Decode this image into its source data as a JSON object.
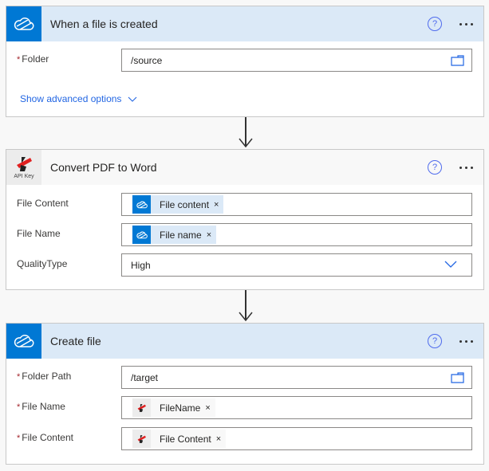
{
  "colors": {
    "accent": "#0078d4",
    "header_blue": "#dbe9f7",
    "link": "#2266e3",
    "required": "#a4262c"
  },
  "cards": [
    {
      "title": "When a file is created",
      "icon": "onedrive-cloud-icon",
      "fields": [
        {
          "label": "Folder",
          "required": "*",
          "value": "/source",
          "icon": "folder-icon"
        }
      ],
      "advanced_label": "Show advanced options"
    },
    {
      "title": "Convert PDF to Word",
      "icon": "api-key-icon",
      "icon_caption": "API Key",
      "fields": [
        {
          "label": "File Content",
          "token": {
            "label": "File content",
            "icon": "onedrive-cloud-icon",
            "remove": "×"
          }
        },
        {
          "label": "File Name",
          "token": {
            "label": "File name",
            "icon": "onedrive-cloud-icon",
            "remove": "×"
          }
        },
        {
          "label": "QualityType",
          "value": "High",
          "icon": "chevron-down-icon"
        }
      ]
    },
    {
      "title": "Create file",
      "icon": "onedrive-cloud-icon",
      "fields": [
        {
          "label": "Folder Path",
          "required": "*",
          "value": "/target",
          "icon": "folder-icon"
        },
        {
          "label": "File Name",
          "required": "*",
          "token": {
            "label": "FileName",
            "icon": "api-key-icon",
            "remove": "×"
          }
        },
        {
          "label": "File Content",
          "required": "*",
          "token": {
            "label": "File Content",
            "icon": "api-key-icon",
            "remove": "×"
          }
        }
      ]
    }
  ],
  "header_actions": {
    "help": "?",
    "more": "..."
  }
}
